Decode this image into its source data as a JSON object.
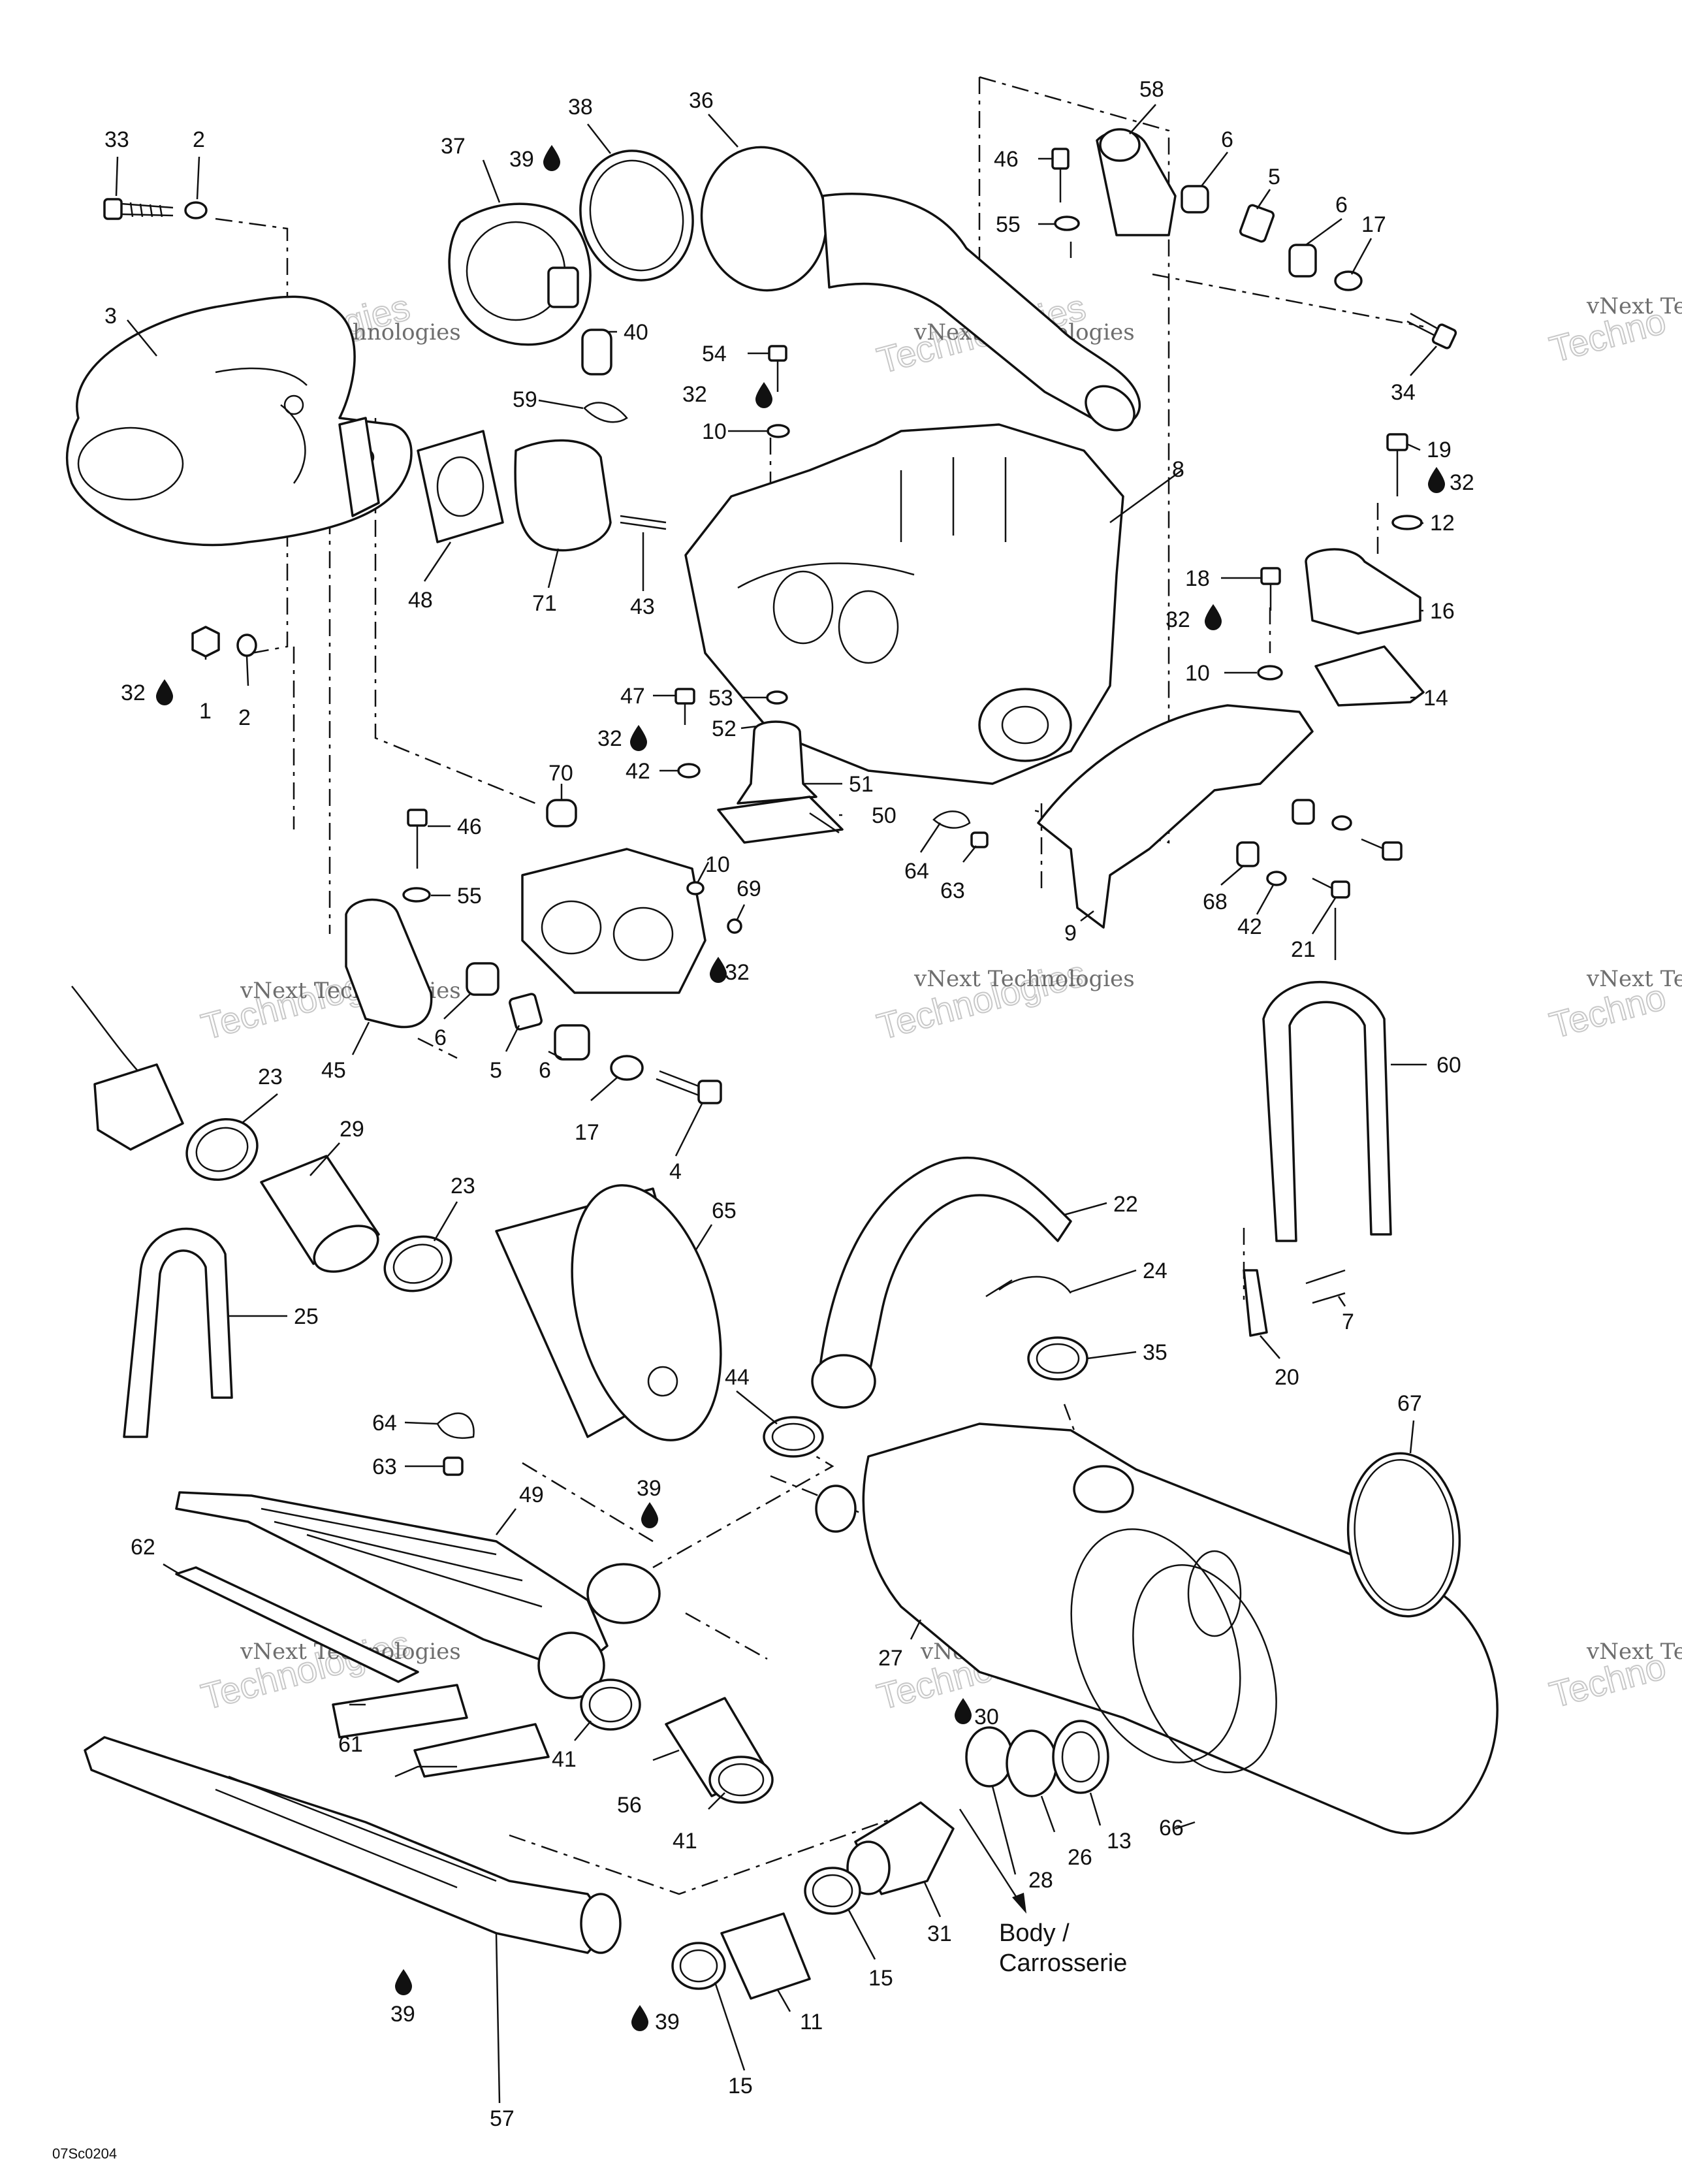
{
  "drawing_code": "07Sc0204",
  "body_label": [
    "Body /",
    "Carrosserie"
  ],
  "watermark": {
    "line1": "vNext Technologies",
    "line2": "Technologies",
    "edge1": "vNext Tec",
    "edge2": "Techno"
  },
  "callouts": [
    {
      "id": "c33",
      "text": "33"
    },
    {
      "id": "c2a",
      "text": "2"
    },
    {
      "id": "c38",
      "text": "38"
    },
    {
      "id": "c36",
      "text": "36"
    },
    {
      "id": "c58",
      "text": "58"
    },
    {
      "id": "c37",
      "text": "37"
    },
    {
      "id": "c39a",
      "text": "39"
    },
    {
      "id": "c46a",
      "text": "46"
    },
    {
      "id": "c6a",
      "text": "6"
    },
    {
      "id": "c5a",
      "text": "5"
    },
    {
      "id": "c6b",
      "text": "6"
    },
    {
      "id": "c17a",
      "text": "17"
    },
    {
      "id": "c55a",
      "text": "55"
    },
    {
      "id": "c3",
      "text": "3"
    },
    {
      "id": "c40",
      "text": "40"
    },
    {
      "id": "c54",
      "text": "54"
    },
    {
      "id": "c32a",
      "text": "32"
    },
    {
      "id": "c34",
      "text": "34"
    },
    {
      "id": "c59",
      "text": "59"
    },
    {
      "id": "c10a",
      "text": "10"
    },
    {
      "id": "c19",
      "text": "19"
    },
    {
      "id": "c32b",
      "text": "32"
    },
    {
      "id": "c8",
      "text": "8"
    },
    {
      "id": "c12",
      "text": "12"
    },
    {
      "id": "c48",
      "text": "48"
    },
    {
      "id": "c71",
      "text": "71"
    },
    {
      "id": "c43",
      "text": "43"
    },
    {
      "id": "c18",
      "text": "18"
    },
    {
      "id": "c16",
      "text": "16"
    },
    {
      "id": "c32c",
      "text": "32"
    },
    {
      "id": "c32d",
      "text": "32"
    },
    {
      "id": "c1",
      "text": "1"
    },
    {
      "id": "c2b",
      "text": "2"
    },
    {
      "id": "c10b",
      "text": "10"
    },
    {
      "id": "c47",
      "text": "47"
    },
    {
      "id": "c53",
      "text": "53"
    },
    {
      "id": "c14",
      "text": "14"
    },
    {
      "id": "c52",
      "text": "52"
    },
    {
      "id": "c32e",
      "text": "32"
    },
    {
      "id": "c42a",
      "text": "42"
    },
    {
      "id": "c51",
      "text": "51"
    },
    {
      "id": "c70",
      "text": "70"
    },
    {
      "id": "c50",
      "text": "50"
    },
    {
      "id": "c46b",
      "text": "46"
    },
    {
      "id": "c64a",
      "text": "64"
    },
    {
      "id": "c63a",
      "text": "63"
    },
    {
      "id": "c10c",
      "text": "10"
    },
    {
      "id": "c55b",
      "text": "55"
    },
    {
      "id": "c69",
      "text": "69"
    },
    {
      "id": "c68",
      "text": "68"
    },
    {
      "id": "c9",
      "text": "9"
    },
    {
      "id": "c42b",
      "text": "42"
    },
    {
      "id": "c21",
      "text": "21"
    },
    {
      "id": "c32f",
      "text": "32"
    },
    {
      "id": "c6c",
      "text": "6"
    },
    {
      "id": "c45",
      "text": "45"
    },
    {
      "id": "c5b",
      "text": "5"
    },
    {
      "id": "c23a",
      "text": "23"
    },
    {
      "id": "c6d",
      "text": "6"
    },
    {
      "id": "c60",
      "text": "60"
    },
    {
      "id": "c17b",
      "text": "17"
    },
    {
      "id": "c29",
      "text": "29"
    },
    {
      "id": "c4",
      "text": "4"
    },
    {
      "id": "c23b",
      "text": "23"
    },
    {
      "id": "c65",
      "text": "65"
    },
    {
      "id": "c22",
      "text": "22"
    },
    {
      "id": "c24",
      "text": "24"
    },
    {
      "id": "c25",
      "text": "25"
    },
    {
      "id": "c7",
      "text": "7"
    },
    {
      "id": "c35",
      "text": "35"
    },
    {
      "id": "c20",
      "text": "20"
    },
    {
      "id": "c44",
      "text": "44"
    },
    {
      "id": "c67",
      "text": "67"
    },
    {
      "id": "c64b",
      "text": "64"
    },
    {
      "id": "c63b",
      "text": "63"
    },
    {
      "id": "c39b",
      "text": "39"
    },
    {
      "id": "c49",
      "text": "49"
    },
    {
      "id": "c62",
      "text": "62"
    },
    {
      "id": "c27",
      "text": "27"
    },
    {
      "id": "c30",
      "text": "30"
    },
    {
      "id": "c61",
      "text": "61"
    },
    {
      "id": "c41a",
      "text": "41"
    },
    {
      "id": "c56",
      "text": "56"
    },
    {
      "id": "c41b",
      "text": "41"
    },
    {
      "id": "c28",
      "text": "28"
    },
    {
      "id": "c26",
      "text": "26"
    },
    {
      "id": "c13",
      "text": "13"
    },
    {
      "id": "c66",
      "text": "66"
    },
    {
      "id": "c31",
      "text": "31"
    },
    {
      "id": "c15a",
      "text": "15"
    },
    {
      "id": "c39c",
      "text": "39"
    },
    {
      "id": "c11",
      "text": "11"
    },
    {
      "id": "c39d",
      "text": "39"
    },
    {
      "id": "c15b",
      "text": "15"
    },
    {
      "id": "c57",
      "text": "57"
    }
  ]
}
